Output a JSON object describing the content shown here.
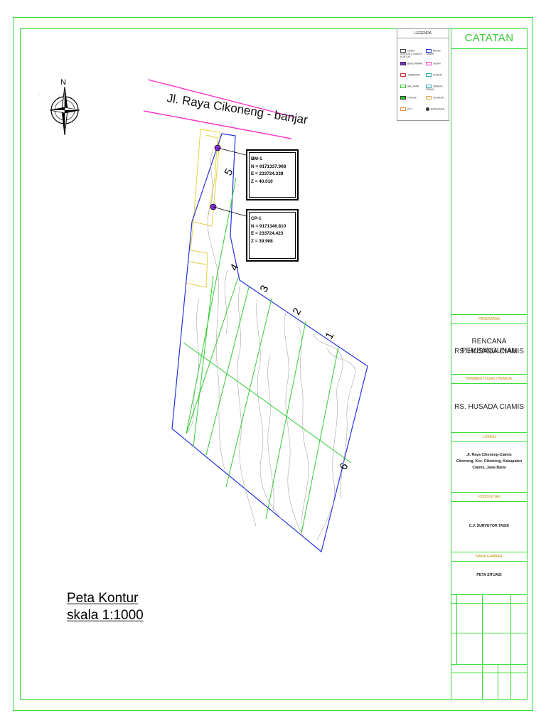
{
  "north_label": "N",
  "road_label": "Jl. Raya Cikoneng - banjar",
  "legend": {
    "title": "LEGENDA",
    "items": [
      {
        "label": "GARIS KONTUR & INDEKS KONTUR"
      },
      {
        "label": "BATAS TANAH"
      },
      {
        "label": "BENCHMARK"
      },
      {
        "label": "JALAN"
      },
      {
        "label": "JEMBATAN"
      },
      {
        "label": "SUNGAI"
      },
      {
        "label": "SALURAN"
      },
      {
        "label": "SAWAH / KEBUN"
      },
      {
        "label": "POHON"
      },
      {
        "label": "TEGALAN"
      },
      {
        "label": "CP-1"
      },
      {
        "label": "BANGUNAN"
      }
    ]
  },
  "points": [
    {
      "name": "BM-1",
      "n": "N = 9171337.908",
      "e": "E = 233724.338",
      "z": "Z = 40.010"
    },
    {
      "name": "CP-1",
      "n": "N = 9171346.810",
      "e": "E = 233724.423",
      "z": "Z = 39.908"
    }
  ],
  "section_labels": [
    "1",
    "2",
    "3",
    "4",
    "5",
    "6"
  ],
  "map_title": "Peta Kontur",
  "map_scale": "skala 1:1000",
  "title_block": {
    "catatan": "CATATAN",
    "pekerjaan_hdr": "PEKERJAAN",
    "pekerjaan_l1": "RENCANA PEMBANGUNAN",
    "pekerjaan_l2": "RS. HUSADA CIAMIS",
    "pemberi_hdr": "PEMBERI TUGAS / PEMILIK",
    "pemberi": "RS. HUSADA CIAMIS",
    "lokasi_hdr": "LOKASI",
    "lokasi_l1": "Jl. Raya Cikoneng-Ciamis",
    "lokasi_l2": "Cikoneng, Kec. Cikoneng, Kabupaten",
    "lokasi_l3": "Ciamis, Jawa Barat",
    "konsultan_hdr": "KONSULTAN",
    "konsultan": "C.V. SURVEYOR TASIK",
    "nama_hdr": "NAMA GAMBAR",
    "nama": "PETA SITUASI"
  },
  "colors": {
    "frame": "#33dd33",
    "road": "#ff33cc",
    "boundary": "#2233dd",
    "grid": "#33cc33",
    "plot": "#e6d040",
    "benchmark": "#8a2be2"
  }
}
